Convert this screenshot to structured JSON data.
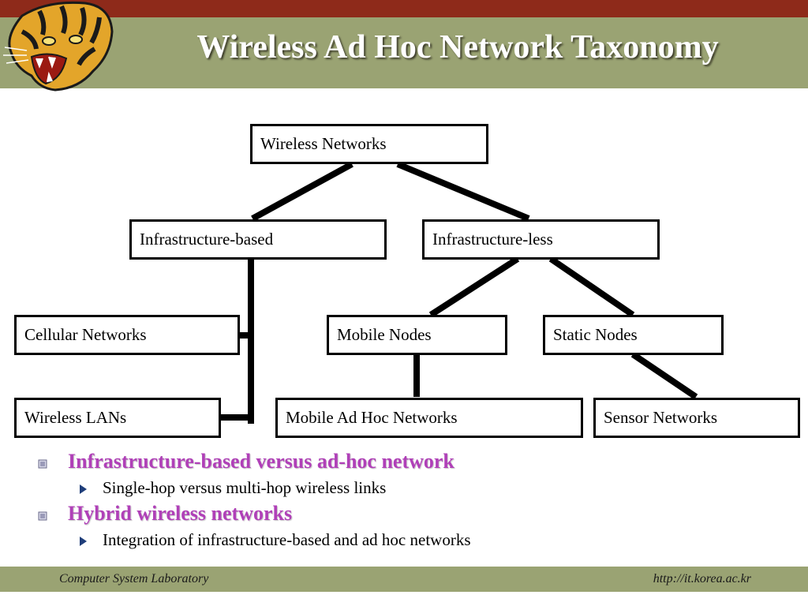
{
  "header": {
    "title": "Wireless Ad Hoc Network Taxonomy"
  },
  "diagram": {
    "nodes": {
      "wireless_networks": "Wireless Networks",
      "infrastructure_based": "Infrastructure-based",
      "infrastructure_less": "Infrastructure-less",
      "cellular_networks": "Cellular Networks",
      "mobile_nodes": "Mobile Nodes",
      "static_nodes": "Static Nodes",
      "wireless_lans": "Wireless LANs",
      "mobile_ad_hoc_networks": "Mobile Ad Hoc Networks",
      "sensor_networks": "Sensor Networks"
    }
  },
  "bullets": [
    {
      "text": "Infrastructure-based versus ad-hoc network",
      "sub": "Single-hop versus multi-hop wireless links"
    },
    {
      "text": "Hybrid wireless networks",
      "sub": "Integration of infrastructure-based and ad hoc networks"
    }
  ],
  "footer": {
    "left": "Computer System Laboratory",
    "right": "http://it.korea.ac.kr"
  },
  "colors": {
    "header_red": "#8e2a1a",
    "header_olive": "#9aa373",
    "bullet_purple": "#b040b8",
    "sub_bullet_blue": "#1f3e7a"
  },
  "icons": {
    "logo": "tiger-logo-icon",
    "bullet": "square-bullet-icon",
    "sub_bullet": "triangle-bullet-icon"
  }
}
